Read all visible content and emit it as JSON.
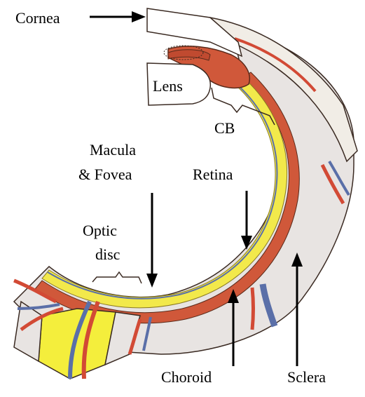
{
  "labels": {
    "cornea": "Cornea",
    "lens": "Lens",
    "cb": "CB",
    "macula_line1": "Macula",
    "macula_line2": "& Fovea",
    "retina": "Retina",
    "optic_line1": "Optic",
    "optic_line2": "disc",
    "choroid": "Choroid",
    "sclera": "Sclera"
  },
  "colors": {
    "sclera_fill": "#e8e4e2",
    "retina_yellow": "#f2e94b",
    "choroid_red": "#d0583a",
    "artery": "#d24a35",
    "vein": "#5a6fa8",
    "outline": "#3a2a22",
    "nerve_yellow": "#f4ee3c"
  }
}
